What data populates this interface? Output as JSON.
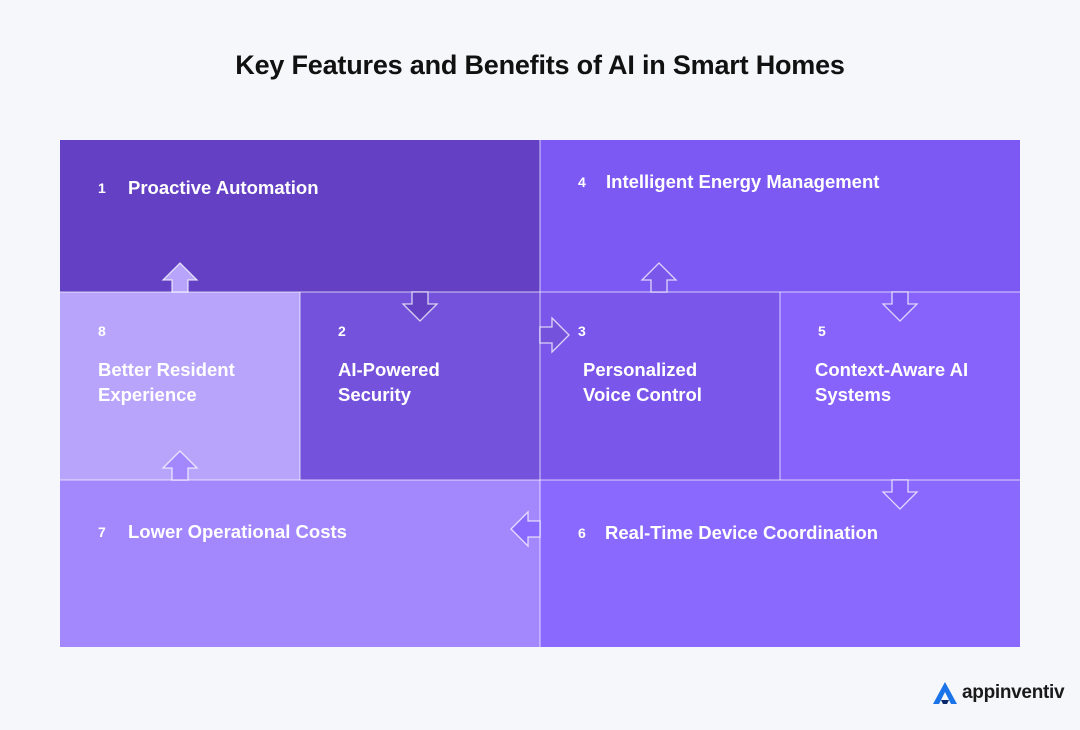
{
  "title": "Key Features and Benefits of AI in Smart Homes",
  "tiles": [
    {
      "num": "1",
      "label": "Proactive Automation",
      "color": "#6340c4"
    },
    {
      "num": "2",
      "label_lines": [
        "AI-Powered",
        "Security"
      ],
      "color": "#7452dc"
    },
    {
      "num": "3",
      "label_lines": [
        "Personalized",
        "Voice Control"
      ],
      "color": "#7a56ea"
    },
    {
      "num": "4",
      "label": "Intelligent Energy Management",
      "color": "#7d59f4"
    },
    {
      "num": "5",
      "label_lines": [
        "Context-Aware AI",
        "Systems"
      ],
      "color": "#8762fb"
    },
    {
      "num": "6",
      "label": "Real-Time Device Coordination",
      "color": "#8a6afe"
    },
    {
      "num": "7",
      "label": "Lower Operational Costs",
      "color": "#a387fd"
    },
    {
      "num": "8",
      "label_lines": [
        "Better Resident",
        "Experience"
      ],
      "color": "#b8a5fb"
    }
  ],
  "logo": {
    "text": "appinventiv",
    "icon": "appinventiv-logo-icon",
    "color": "#1a73e8"
  }
}
